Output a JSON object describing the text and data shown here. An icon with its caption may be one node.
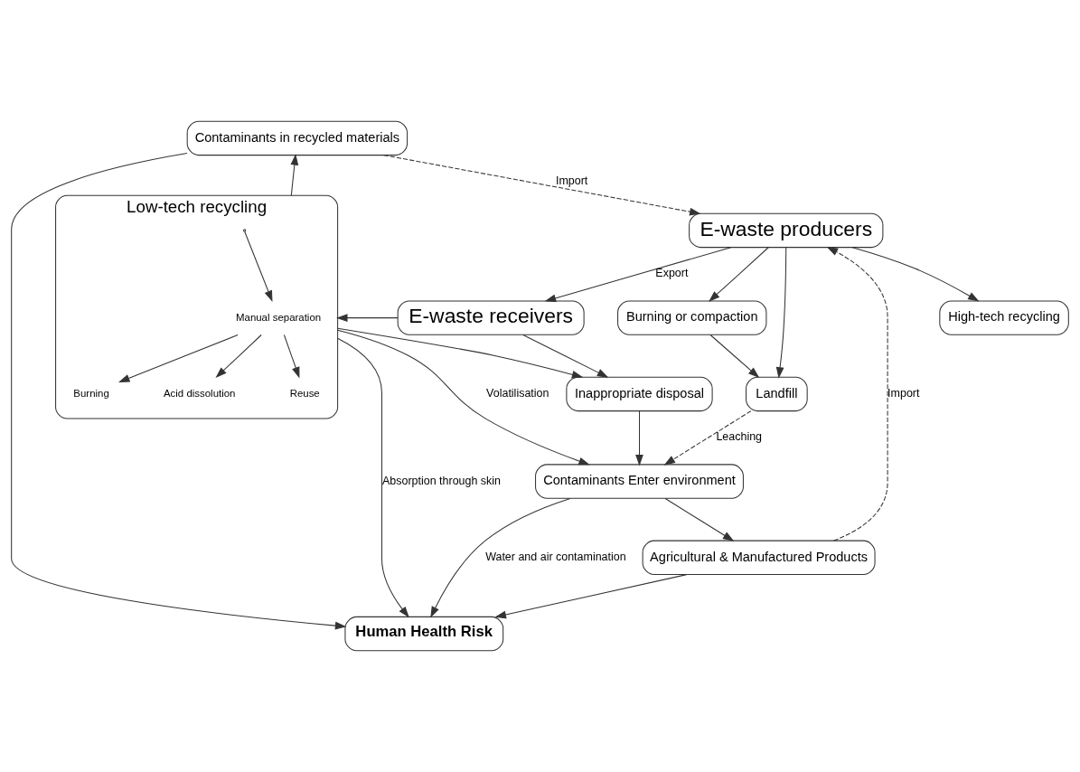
{
  "diagram": {
    "nodes": [
      {
        "text": [
          "High-tech recycling"
        ]
      },
      {
        "text": [
          "E-waste producers"
        ]
      },
      {
        "text": [
          "E-waste receivers"
        ]
      },
      {
        "text": [
          "Contaminants in recycled materials"
        ]
      },
      {
        "text": [
          "Low-tech recycling"
        ]
      },
      {
        "text": [
          "Manual separation"
        ],
        "in": 4
      },
      {
        "text": [
          "Burning"
        ],
        "in": 4
      },
      {
        "text": [
          "Acid dissolution"
        ],
        "in": 4
      },
      {
        "text": [
          "Reuse"
        ],
        "in": 4
      },
      {
        "text": [
          "Human Health Risk"
        ]
      },
      {
        "text": [
          "Burning or compaction"
        ]
      },
      {
        "text": [
          "Agricultural & Manufactured Products"
        ]
      },
      {
        "text": [
          "Landfill"
        ]
      },
      {
        "text": [
          "Contaminants Enter environment"
        ]
      },
      {
        "text": [
          "Inappropriate disposal"
        ]
      }
    ],
    "edges": [
      {
        "from": 1,
        "to": 0,
        "arrow": "to"
      },
      {
        "from": 1,
        "to": 2,
        "arrow": "to",
        "label": "Export"
      },
      {
        "from": 3,
        "to": 1,
        "arrow": "to",
        "label": "Import",
        "style": "dashed"
      },
      {
        "from": 11,
        "to": 1,
        "arrow": "to",
        "label": "Import",
        "style": "dashed"
      },
      {
        "from": 2,
        "to": 4,
        "arrow": "to"
      },
      {
        "from": 4,
        "to": 3,
        "arrow": "to"
      },
      {
        "from": 2,
        "to": 14,
        "arrow": "to"
      },
      {
        "from": 4,
        "to": 5,
        "arrow": "to"
      },
      {
        "from": 5,
        "to": 6,
        "arrow": "to"
      },
      {
        "from": 5,
        "to": 7,
        "arrow": "to"
      },
      {
        "from": 5,
        "to": 8,
        "arrow": "to"
      },
      {
        "from": 1,
        "to": 10,
        "arrow": "to"
      },
      {
        "from": 1,
        "to": 12,
        "arrow": "to"
      },
      {
        "from": 10,
        "to": 12,
        "arrow": "to"
      },
      {
        "from": 3,
        "to": 9,
        "arrow": "to"
      },
      {
        "from": 4,
        "to": 9,
        "arrow": "to",
        "label": "Absorption through skin"
      },
      {
        "from": 4,
        "to": 13,
        "arrow": "to",
        "label": "Volatilisation"
      },
      {
        "from": 4,
        "to": 14,
        "arrow": "to"
      },
      {
        "from": 12,
        "to": 13,
        "arrow": "to",
        "label": "Leaching",
        "style": "dashed"
      },
      {
        "from": 13,
        "to": 11,
        "arrow": "to"
      },
      {
        "from": 13,
        "to": 9,
        "arrow": "to",
        "label": "Water and air contamination"
      },
      {
        "from": 14,
        "to": 13,
        "arrow": "to"
      },
      {
        "from": 11,
        "to": 9,
        "arrow": "to"
      }
    ]
  }
}
